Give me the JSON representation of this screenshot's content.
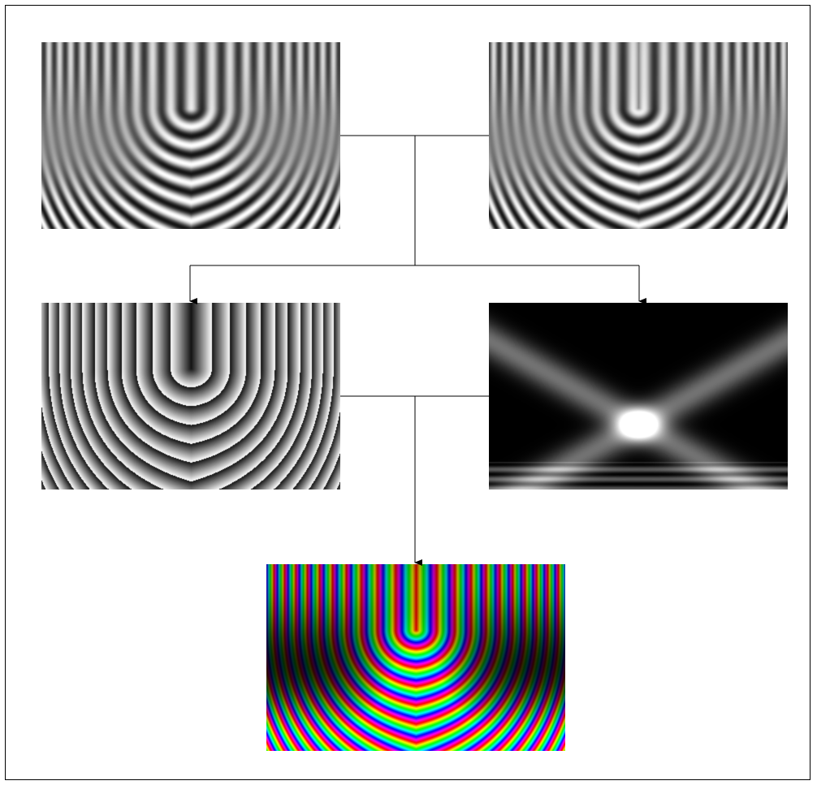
{
  "diagram": {
    "nodes": [
      {
        "id": "real-part",
        "kind": "wavelet-real-component",
        "colormap": "grayscale"
      },
      {
        "id": "imaginary-part",
        "kind": "wavelet-imaginary-component",
        "colormap": "grayscale"
      },
      {
        "id": "phase",
        "kind": "phase-map",
        "colormap": "grayscale-wrapped"
      },
      {
        "id": "magnitude",
        "kind": "magnitude-map",
        "colormap": "grayscale-dark"
      },
      {
        "id": "combined",
        "kind": "phase-hue-magnitude-brightness",
        "colormap": "hsv"
      }
    ],
    "edges": [
      {
        "from": [
          "real-part",
          "imaginary-part"
        ],
        "to": [
          "phase",
          "magnitude"
        ]
      },
      {
        "from": [
          "phase",
          "magnitude"
        ],
        "to": [
          "combined"
        ]
      }
    ],
    "colors": {
      "border": "#000000",
      "connector": "#000000",
      "background": "#ffffff"
    }
  }
}
